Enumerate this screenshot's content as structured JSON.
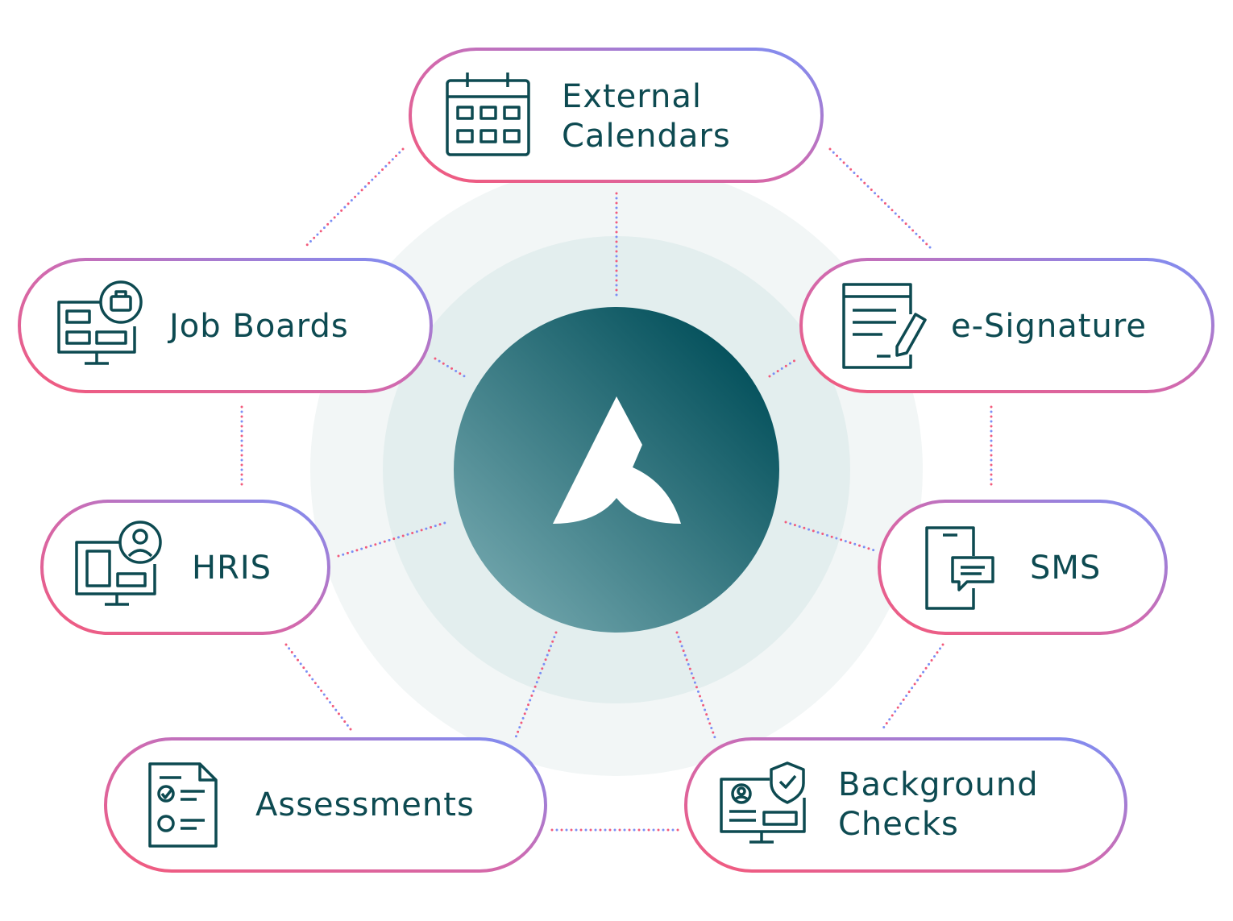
{
  "center": {
    "logo_icon": "brand-logo-icon"
  },
  "nodes": [
    {
      "id": "external-calendars",
      "lines": [
        "External",
        "Calendars"
      ],
      "icon": "calendar-icon"
    },
    {
      "id": "job-boards",
      "lines": [
        "Job Boards"
      ],
      "icon": "job-board-monitor-icon"
    },
    {
      "id": "e-signature",
      "lines": [
        "e-Signature"
      ],
      "icon": "document-pen-icon"
    },
    {
      "id": "hris",
      "lines": [
        "HRIS"
      ],
      "icon": "monitor-user-icon"
    },
    {
      "id": "sms",
      "lines": [
        "SMS"
      ],
      "icon": "phone-chat-icon"
    },
    {
      "id": "assessments",
      "lines": [
        "Assessments"
      ],
      "icon": "checklist-document-icon"
    },
    {
      "id": "background-checks",
      "lines": [
        "Background",
        "Checks"
      ],
      "icon": "shield-id-monitor-icon"
    }
  ],
  "colors": {
    "text": "#0d4a51",
    "icon_stroke": "#0d4a51",
    "gradient_pink": "#f25a7c",
    "gradient_blue": "#7b8ff5",
    "center_dark": "#07535e",
    "center_light": "#6aa0a7",
    "halo_outer": "#f2f6f6",
    "halo_inner": "#e3eeee"
  }
}
